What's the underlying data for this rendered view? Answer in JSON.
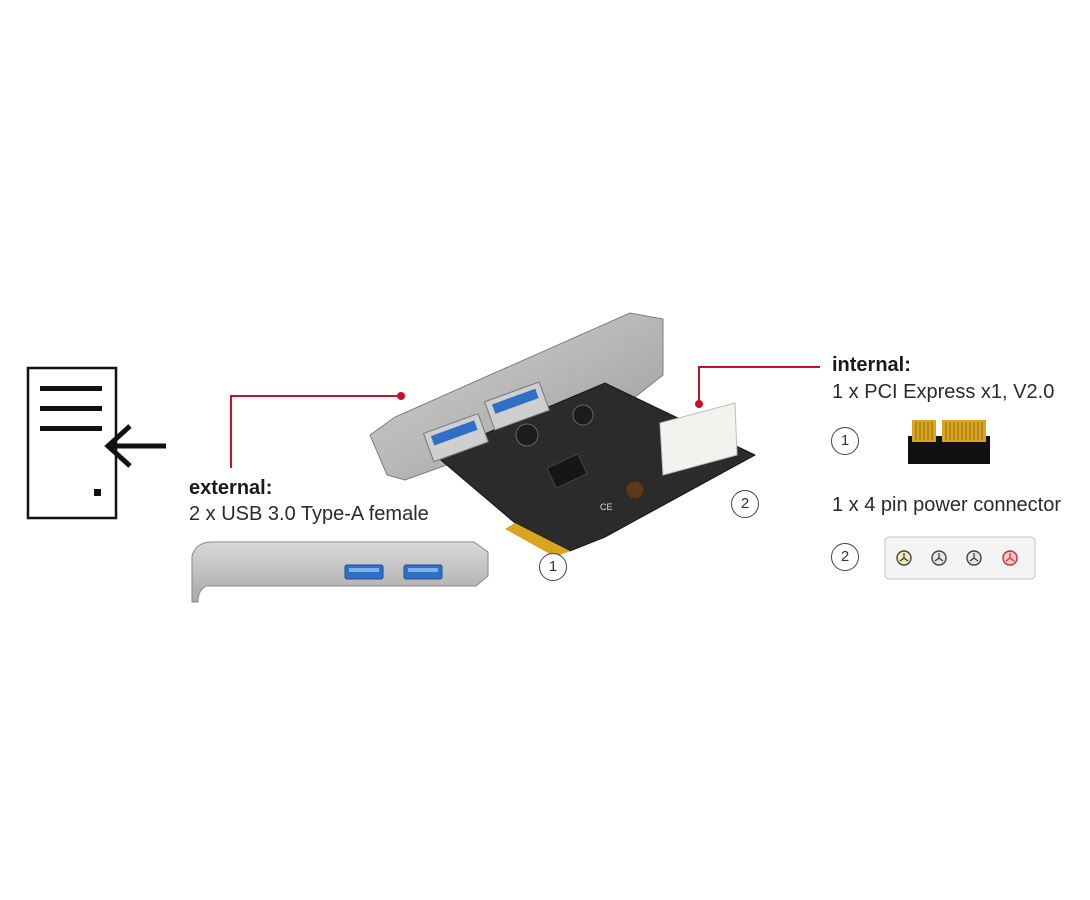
{
  "external": {
    "heading": "external:",
    "description": "2 x USB 3.0 Type-A female"
  },
  "internal": {
    "heading": "internal:",
    "pcie": "1 x PCI Express x1, V2.0",
    "power": "1 x 4 pin power connector"
  },
  "callouts": {
    "one": "1",
    "two": "2"
  },
  "colors": {
    "leader_line": "#c8102e",
    "usb_port": "#2f6fc6",
    "pcb": "#2b2b2b",
    "bracket": "#b9b9b9",
    "gold": "#d9a520"
  },
  "icons": {
    "computer": "computer-case-icon",
    "arrow": "arrow-left-icon"
  }
}
